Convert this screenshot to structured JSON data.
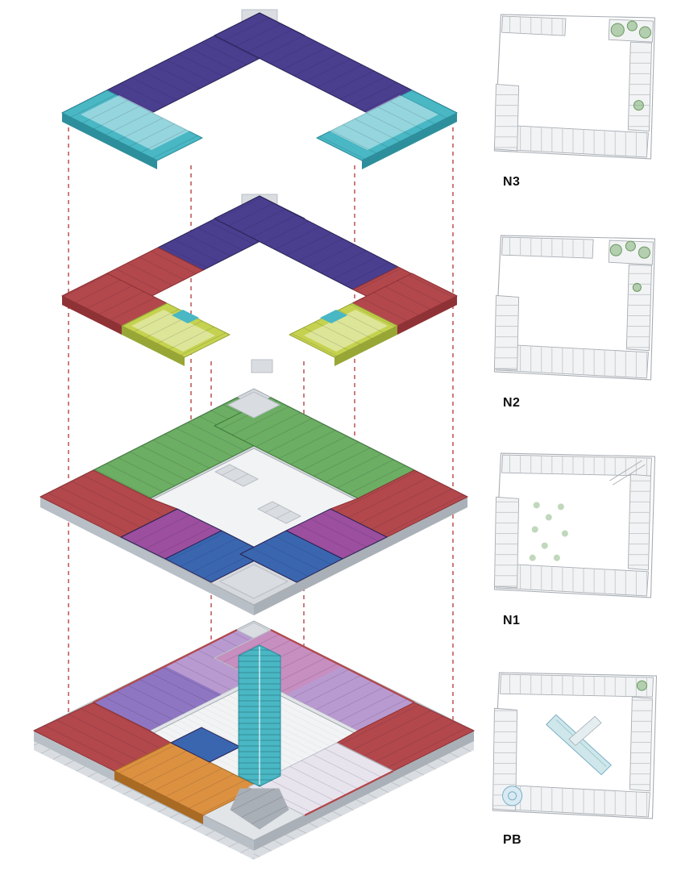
{
  "figure": {
    "type": "architectural exploded axonometric with floor plans"
  },
  "levels": [
    {
      "id": "n3",
      "label": "N3"
    },
    {
      "id": "n2",
      "label": "N2"
    },
    {
      "id": "n1",
      "label": "N1"
    },
    {
      "id": "pb",
      "label": "PB"
    }
  ],
  "palette": {
    "purple": "#4a3e8f",
    "purpleDeep": "#2a2456",
    "teal": "#49b7c4",
    "tealDark": "#2e8f9c",
    "red": "#b2484c",
    "redDark": "#8f3236",
    "yellowGreen": "#c5d24f",
    "yellowGreenDark": "#98a636",
    "green": "#6cae63",
    "greenDark": "#3f7a3c",
    "blue": "#3a66b0",
    "magenta": "#9c4f9e",
    "orange": "#dc9140",
    "orangeDark": "#a96a24",
    "lavender": "#b89ad0",
    "violet": "#8f76c2",
    "orchid": "#c78ec0",
    "paleLavender": "#e8e4ee",
    "grayLight": "#d9dde1",
    "gray": "#b9bfc6",
    "grayMid": "#aab0b7",
    "grayDark": "#a9afb6",
    "plate": "#d5d9dd",
    "plate2": "#e2e5e8",
    "courtyard": "#f2f3f4",
    "dashRed": "#b03030",
    "planStroke": "#a7adb3",
    "treeGreen": "#6a9a60",
    "poolBlue": "#7ab0c9",
    "ink": "#101010"
  }
}
